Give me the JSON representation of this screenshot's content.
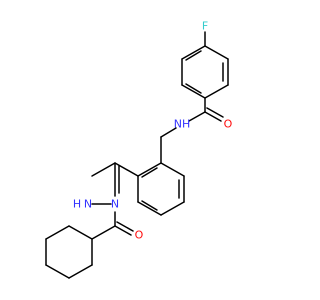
{
  "molecule": {
    "atoms": {
      "fluorine": {
        "symbol": "F",
        "color": "#33CCCC"
      },
      "amide_nh": {
        "symbol": "NH",
        "color": "#3333FF"
      },
      "amide_o": {
        "symbol": "O",
        "color": "#FF0D0D"
      },
      "imine_n": {
        "symbol": "N",
        "color": "#3333FF"
      },
      "hydrazide_nh": {
        "symbol": "H",
        "color": "#3333FF"
      },
      "hydrazide_n": {
        "symbol": "N",
        "color": "#3333FF"
      },
      "hydrazide_o": {
        "symbol": "O",
        "color": "#FF0D0D"
      }
    },
    "bond_color": "#000000"
  }
}
